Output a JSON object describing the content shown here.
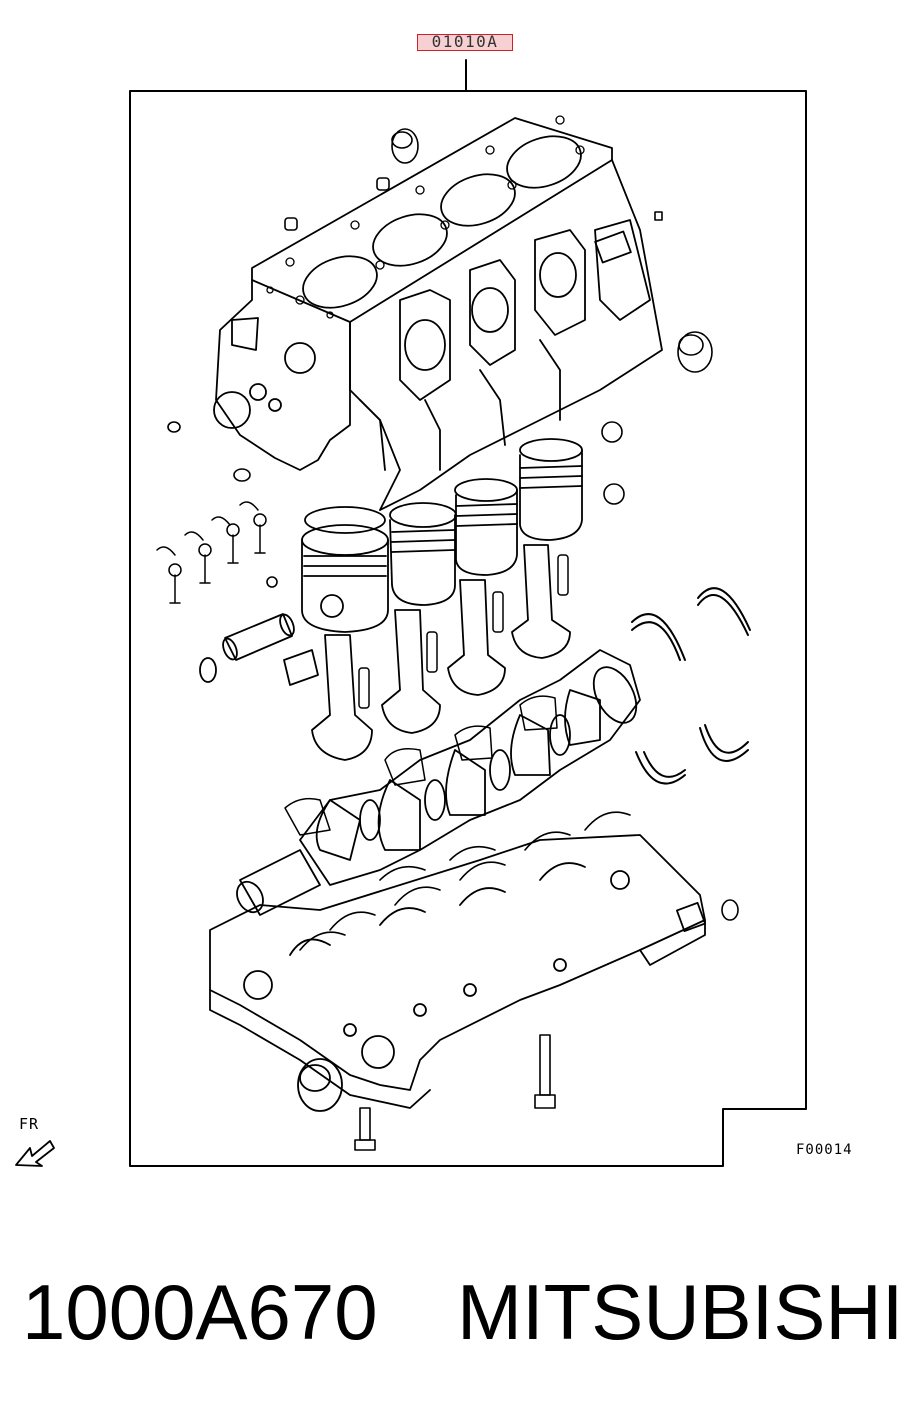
{
  "diagram": {
    "callout_ref": "01010A",
    "direction_label": "FR",
    "figure_code": "F00014"
  },
  "footer": {
    "part_number": "1000A670",
    "brand": "MITSUBISHI"
  },
  "colors": {
    "callout_border": "#d0202a",
    "line": "#000000"
  },
  "icons": [
    "front-direction-arrow-icon"
  ]
}
